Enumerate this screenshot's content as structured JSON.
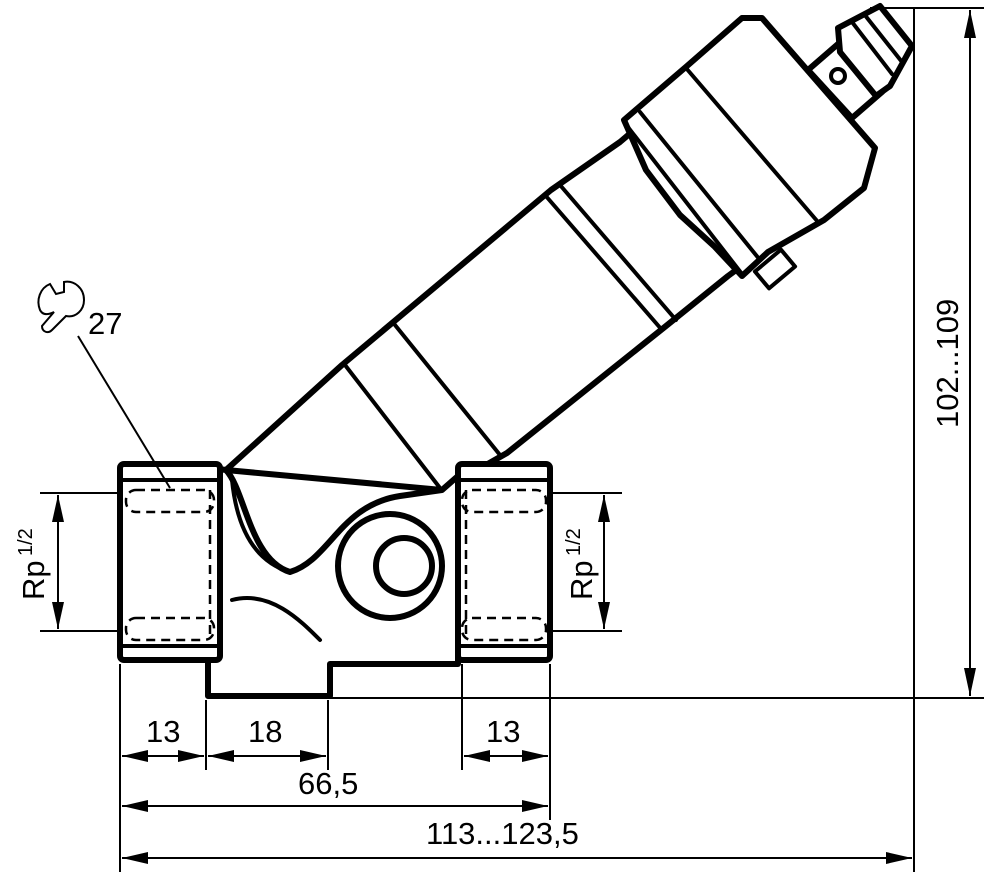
{
  "dimensions": {
    "height_range": "102...109",
    "wrench": "27",
    "thread_label": "Rp",
    "thread_fraction": "1/2",
    "left_port": "13",
    "base_width": "18",
    "right_port": "13",
    "body_length": "66,5",
    "overall_length": "113...123,5"
  },
  "icons": {
    "wrench": "wrench-icon"
  }
}
